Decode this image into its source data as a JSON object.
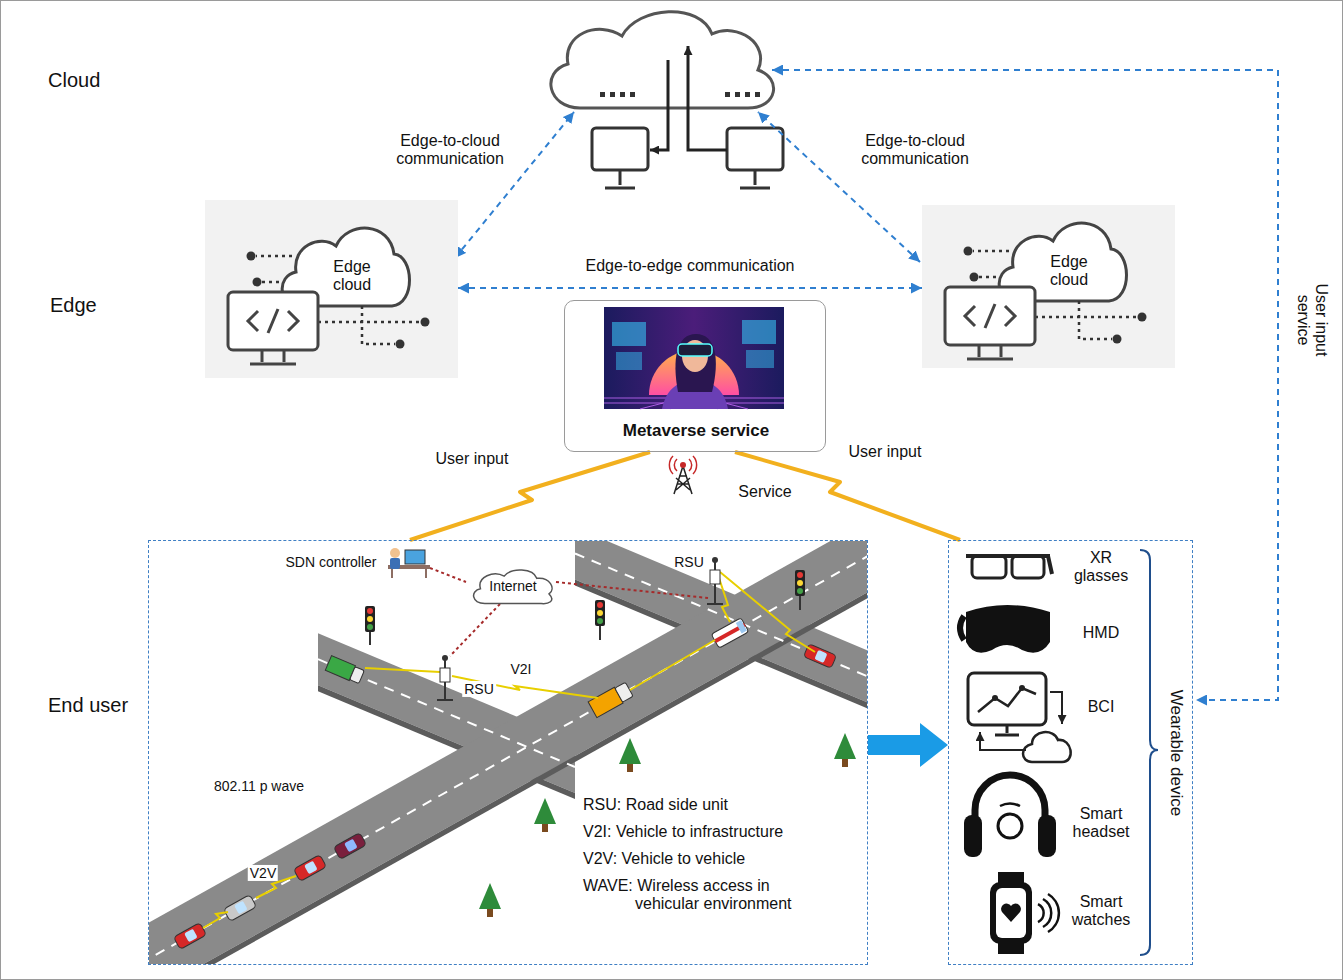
{
  "diagram": {
    "nodes": [
      {
        "text": [
          "Edge cloud"
        ]
      },
      {
        "text": [
          "Edge cloud"
        ]
      },
      {
        "text": [
          "Metaverse service"
        ]
      },
      {
        "text": [
          "SDN controller",
          "RSU",
          "V2I",
          "RSU",
          "802.11 p wave",
          "V2V",
          "RSU: Road side unit",
          "V2I: Vehicle to infrastructure",
          "V2V: Vehicle to vehicle",
          "WAVE: Wireless access in vehicular environment"
        ]
      },
      {
        "text": [
          "Internet"
        ],
        "in": 3
      },
      {
        "text": [
          "XR glasses",
          "HMD",
          "BCI",
          "Smart headset",
          "Smart watches",
          "Wearable device"
        ]
      }
    ],
    "edges": [
      {
        "from": 0,
        "to": 1,
        "label": "Edge-to-edge communication",
        "arrow": "both"
      },
      {
        "from": 2,
        "to": 3,
        "label": "User input",
        "arrow": "none"
      },
      {
        "from": 2,
        "to": 5,
        "label": "User input",
        "arrow": "none"
      },
      {
        "from": 3,
        "to": 5,
        "arrow": "to"
      }
    ],
    "labels": [
      "Cloud",
      "Edge-to-cloud communication",
      "Edge-to-cloud communication",
      "User input service",
      "Edge",
      "Service",
      "End user"
    ]
  }
}
